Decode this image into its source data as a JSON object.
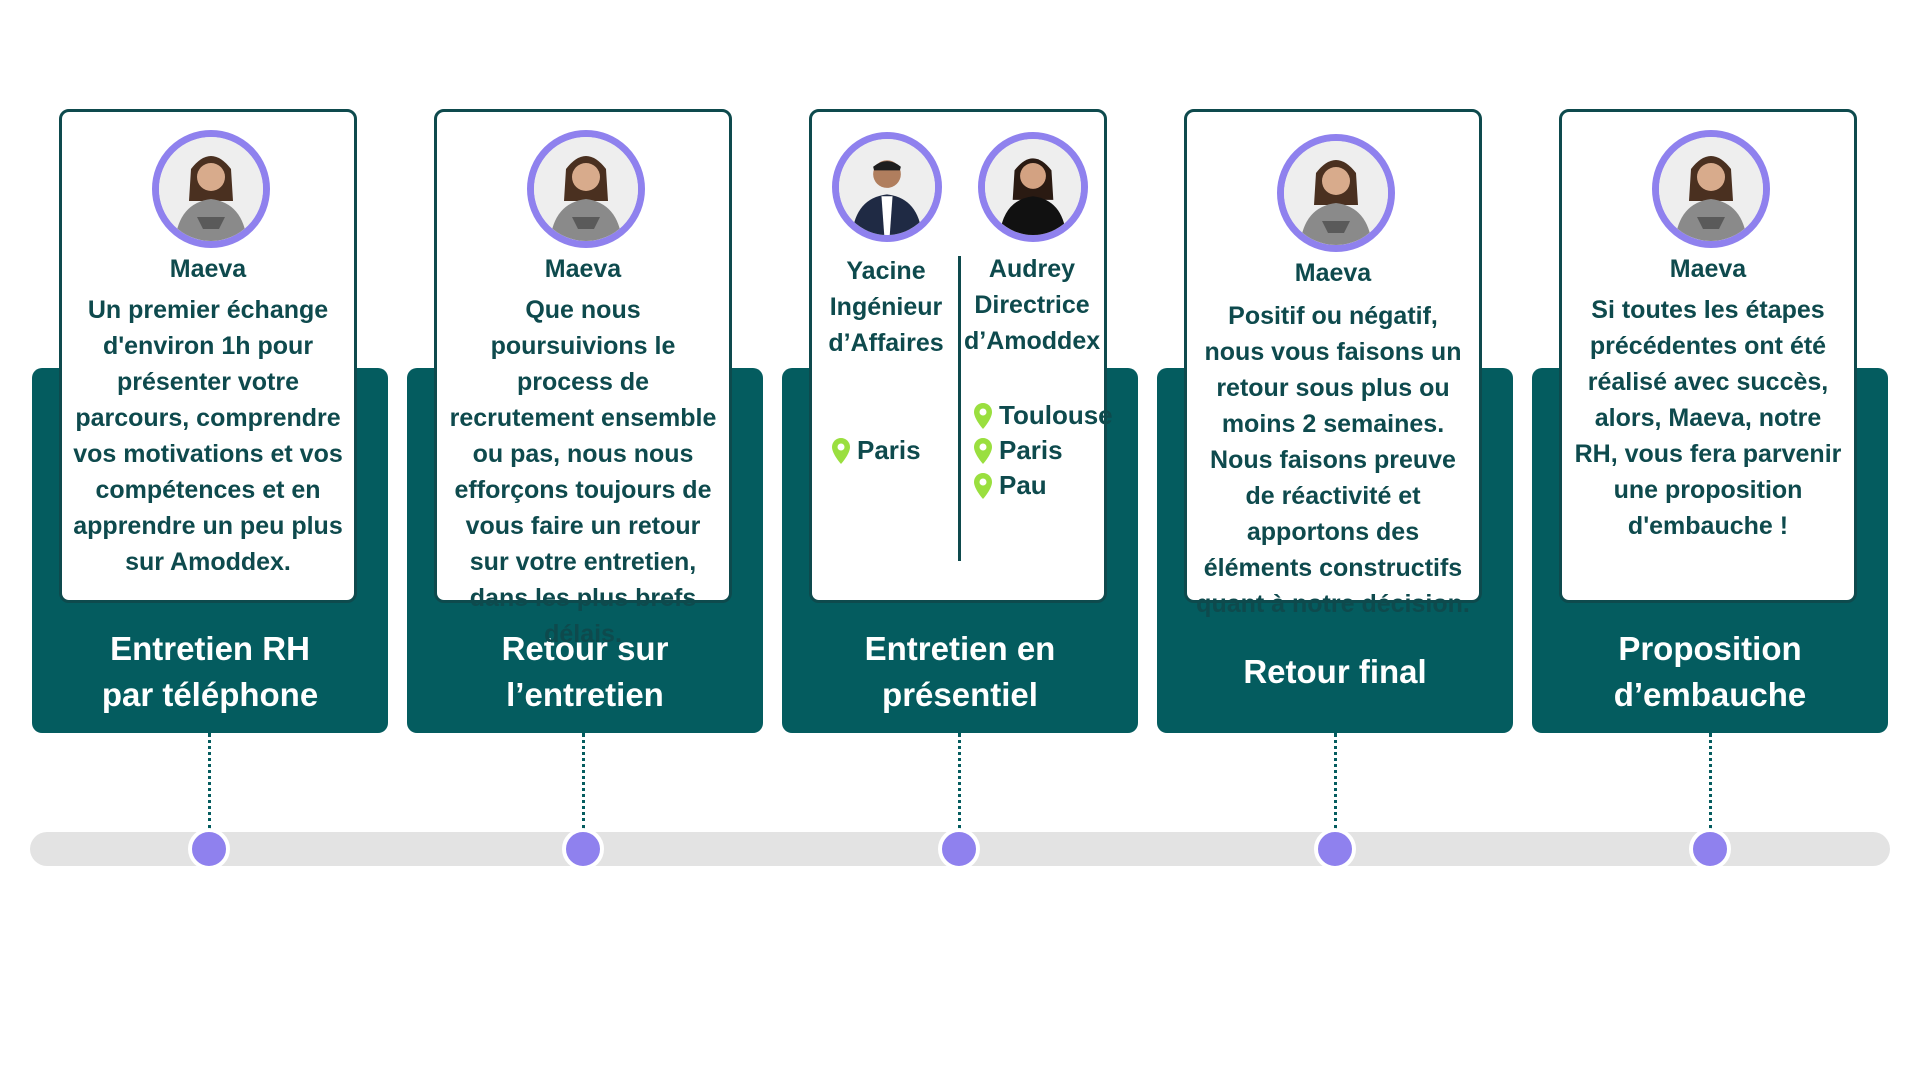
{
  "colors": {
    "accent": "#8f81ee",
    "teal": "#045c5f",
    "dark_text": "#0e4a4d",
    "pin": "#9adf3f",
    "track": "#e3e3e3"
  },
  "steps": [
    {
      "title": "Entretien RH\npar téléphone",
      "person": "Maeva",
      "description": "Un premier échange d'environ 1h pour présenter votre parcours, comprendre vos motivations et vos compétences et en apprendre un peu plus sur Amoddex."
    },
    {
      "title": "Retour sur\nl’entretien",
      "person": "Maeva",
      "description": "Que nous poursuivions le process de recrutement ensemble ou pas, nous nous efforçons toujours de vous faire un retour sur votre entretien, dans les plus brefs délais."
    },
    {
      "title": "Entretien en\nprésentiel",
      "people": [
        {
          "name": "Yacine\nIngénieur\nd’Affaires",
          "locations": [
            "Paris"
          ]
        },
        {
          "name": "Audrey\nDirectrice\nd’Amoddex",
          "locations": [
            "Toulouse",
            "Paris",
            "Pau"
          ]
        }
      ]
    },
    {
      "title": "Retour final",
      "person": "Maeva",
      "description": "Positif ou négatif, nous vous faisons un retour sous plus ou moins 2 semaines. Nous faisons preuve de réactivité et apportons des éléments constructifs quant à notre décision."
    },
    {
      "title": "Proposition\nd’embauche",
      "person": "Maeva",
      "description": "Si toutes les étapes précédentes ont été réalisé avec succès, alors, Maeva, notre RH, vous fera parvenir une proposition d'embauche !"
    }
  ]
}
